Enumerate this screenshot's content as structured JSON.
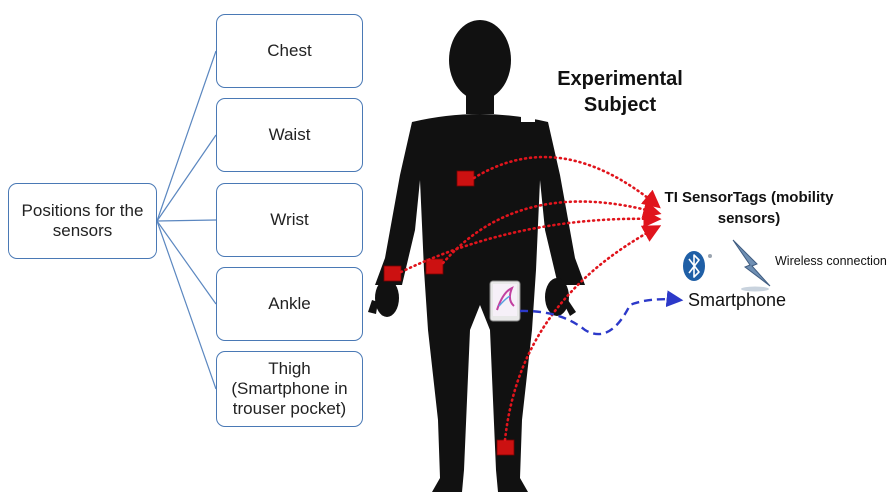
{
  "title": "Experimental Subject",
  "root": {
    "label": "Positions for the sensors"
  },
  "positions": [
    {
      "label": "Chest"
    },
    {
      "label": "Waist"
    },
    {
      "label": "Wrist"
    },
    {
      "label": "Ankle"
    },
    {
      "label": "Thigh (Smartphone in trouser pocket)"
    }
  ],
  "sensor_group": {
    "title": "TI SensorTags (mobility sensors)"
  },
  "wireless": {
    "label": "Wireless connection",
    "icons": [
      "bluetooth-icon",
      "lightning-icon"
    ]
  },
  "smartphone": {
    "label": "Smartphone"
  },
  "colors": {
    "box_border": "#4a79b5",
    "connector": "#5b87c0",
    "sensor": "#cc1111",
    "sensor_link": "#e0141c",
    "phone_link": "#2c39c9",
    "silhouette": "#111111",
    "bluetooth": "#1f5fa6"
  }
}
